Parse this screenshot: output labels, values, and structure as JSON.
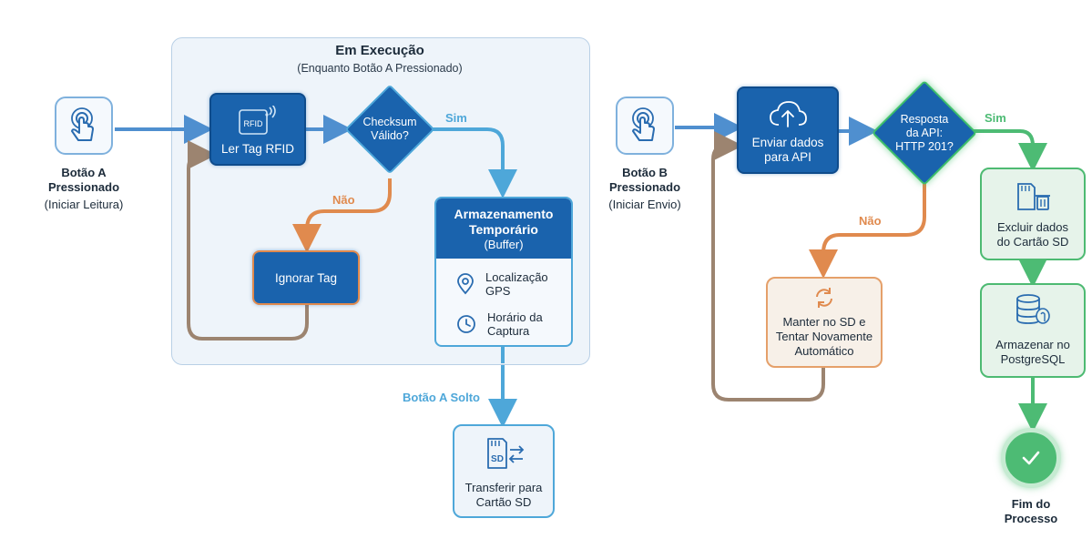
{
  "frame": {
    "title": "Em Execução",
    "subtitle": "(Enquanto Botão A Pressionado)"
  },
  "start_a": {
    "title": "Botão A\nPressionado",
    "subtitle": "(Iniciar Leitura)"
  },
  "start_b": {
    "title": "Botão B\nPressionado",
    "subtitle": "(Iniciar Envio)"
  },
  "read_tag": {
    "label": "Ler Tag RFID",
    "icon_text": "RFID"
  },
  "checksum": {
    "label": "Checksum\nVálido?"
  },
  "yes_label_1": "Sim",
  "no_label_1": "Não",
  "ignore_tag": {
    "label": "Ignorar Tag"
  },
  "buffer": {
    "title": "Armazenamento\nTemporário",
    "subtitle": "(Buffer)",
    "rows": [
      {
        "label": "Localização\nGPS",
        "icon": "location-pin-icon"
      },
      {
        "label": "Horário da\nCaptura",
        "icon": "clock-icon"
      }
    ]
  },
  "released_label": "Botão A Solto",
  "sd_transfer": {
    "label": "Transferir para\nCartão SD",
    "icon_text": "SD"
  },
  "send_api": {
    "label": "Enviar dados\npara API"
  },
  "api_check": {
    "label": "Resposta\nda API:\nHTTP 201?"
  },
  "yes_label_2": "Sim",
  "no_label_2": "Não",
  "retry": {
    "label": "Manter no SD e\nTentar Novamente\nAutomático"
  },
  "delete_sd": {
    "label": "Excluir dados\ndo Cartão SD"
  },
  "store_pg": {
    "label": "Armazenar no\nPostgreSQL"
  },
  "end": {
    "label": "Fim do\nProcesso"
  },
  "colors": {
    "blue": "#1a63ad",
    "cyan": "#4ea7d9",
    "orange": "#e08a4e",
    "brown": "#9c8470",
    "green": "#4dbb74",
    "flow_blue": "#4f8fcf"
  }
}
